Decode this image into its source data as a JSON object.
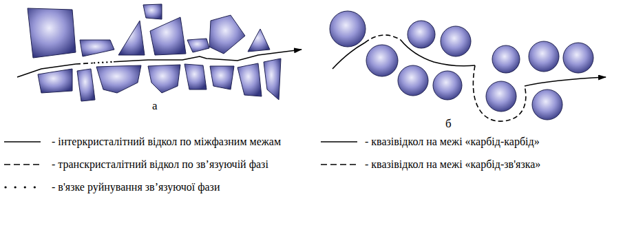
{
  "diagram": {
    "labels": [
      "а",
      "б"
    ],
    "legend": [
      {
        "text": "- інтеркристалітний відкол по міжфазним межам"
      },
      {
        "text": "- транскристалітний відкол по зв’язуючій фазі"
      },
      {
        "text": "- в'язке руйнування зв’язуючої фази"
      },
      {
        "text": "- квазівідкол на межі «карбід-карбід»"
      },
      {
        "text": "- квазівідкол на межі «карбід-зв'язка»"
      }
    ]
  }
}
